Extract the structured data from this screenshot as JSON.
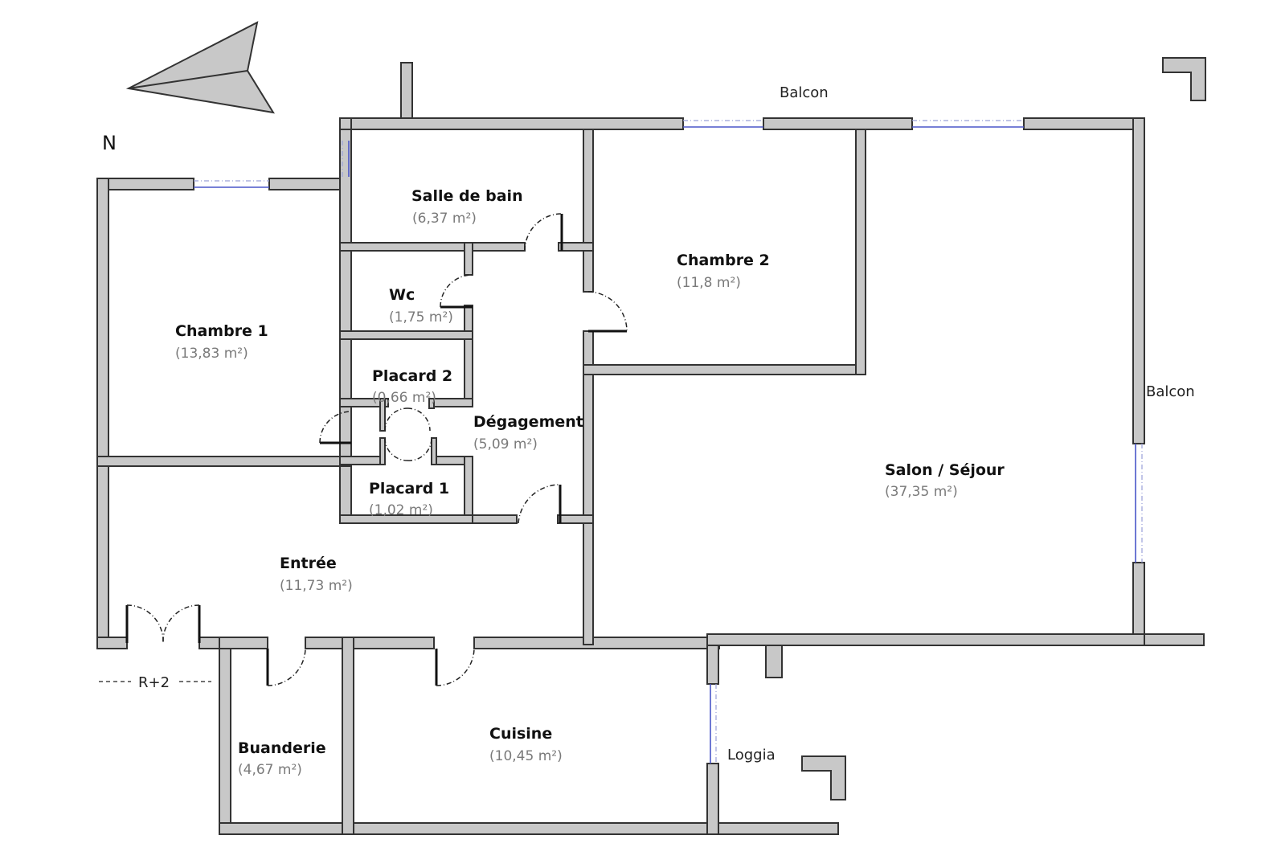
{
  "compass": {
    "north_label": "N"
  },
  "rooms": [
    {
      "name": "Salle de bain",
      "area": "(6,37 m²)"
    },
    {
      "name": "Chambre 2",
      "area": "(11,8 m²)"
    },
    {
      "name": "Wc",
      "area": "(1,75 m²)"
    },
    {
      "name": "Chambre 1",
      "area": "(13,83 m²)"
    },
    {
      "name": "Placard 2",
      "area": "(0,66 m²)"
    },
    {
      "name": "Dégagement",
      "area": "(5,09 m²)"
    },
    {
      "name": "Salon / Séjour",
      "area": "(37,35 m²)"
    },
    {
      "name": "Placard 1",
      "area": "(1,02 m²)"
    },
    {
      "name": "Entrée",
      "area": "(11,73 m²)"
    },
    {
      "name": "Buanderie",
      "area": "(4,67 m²)"
    },
    {
      "name": "Cuisine",
      "area": "(10,45 m²)"
    }
  ],
  "outside_labels": {
    "balcon_top": "Balcon",
    "balcon_right": "Balcon",
    "loggia": "Loggia",
    "level": "R+2"
  }
}
